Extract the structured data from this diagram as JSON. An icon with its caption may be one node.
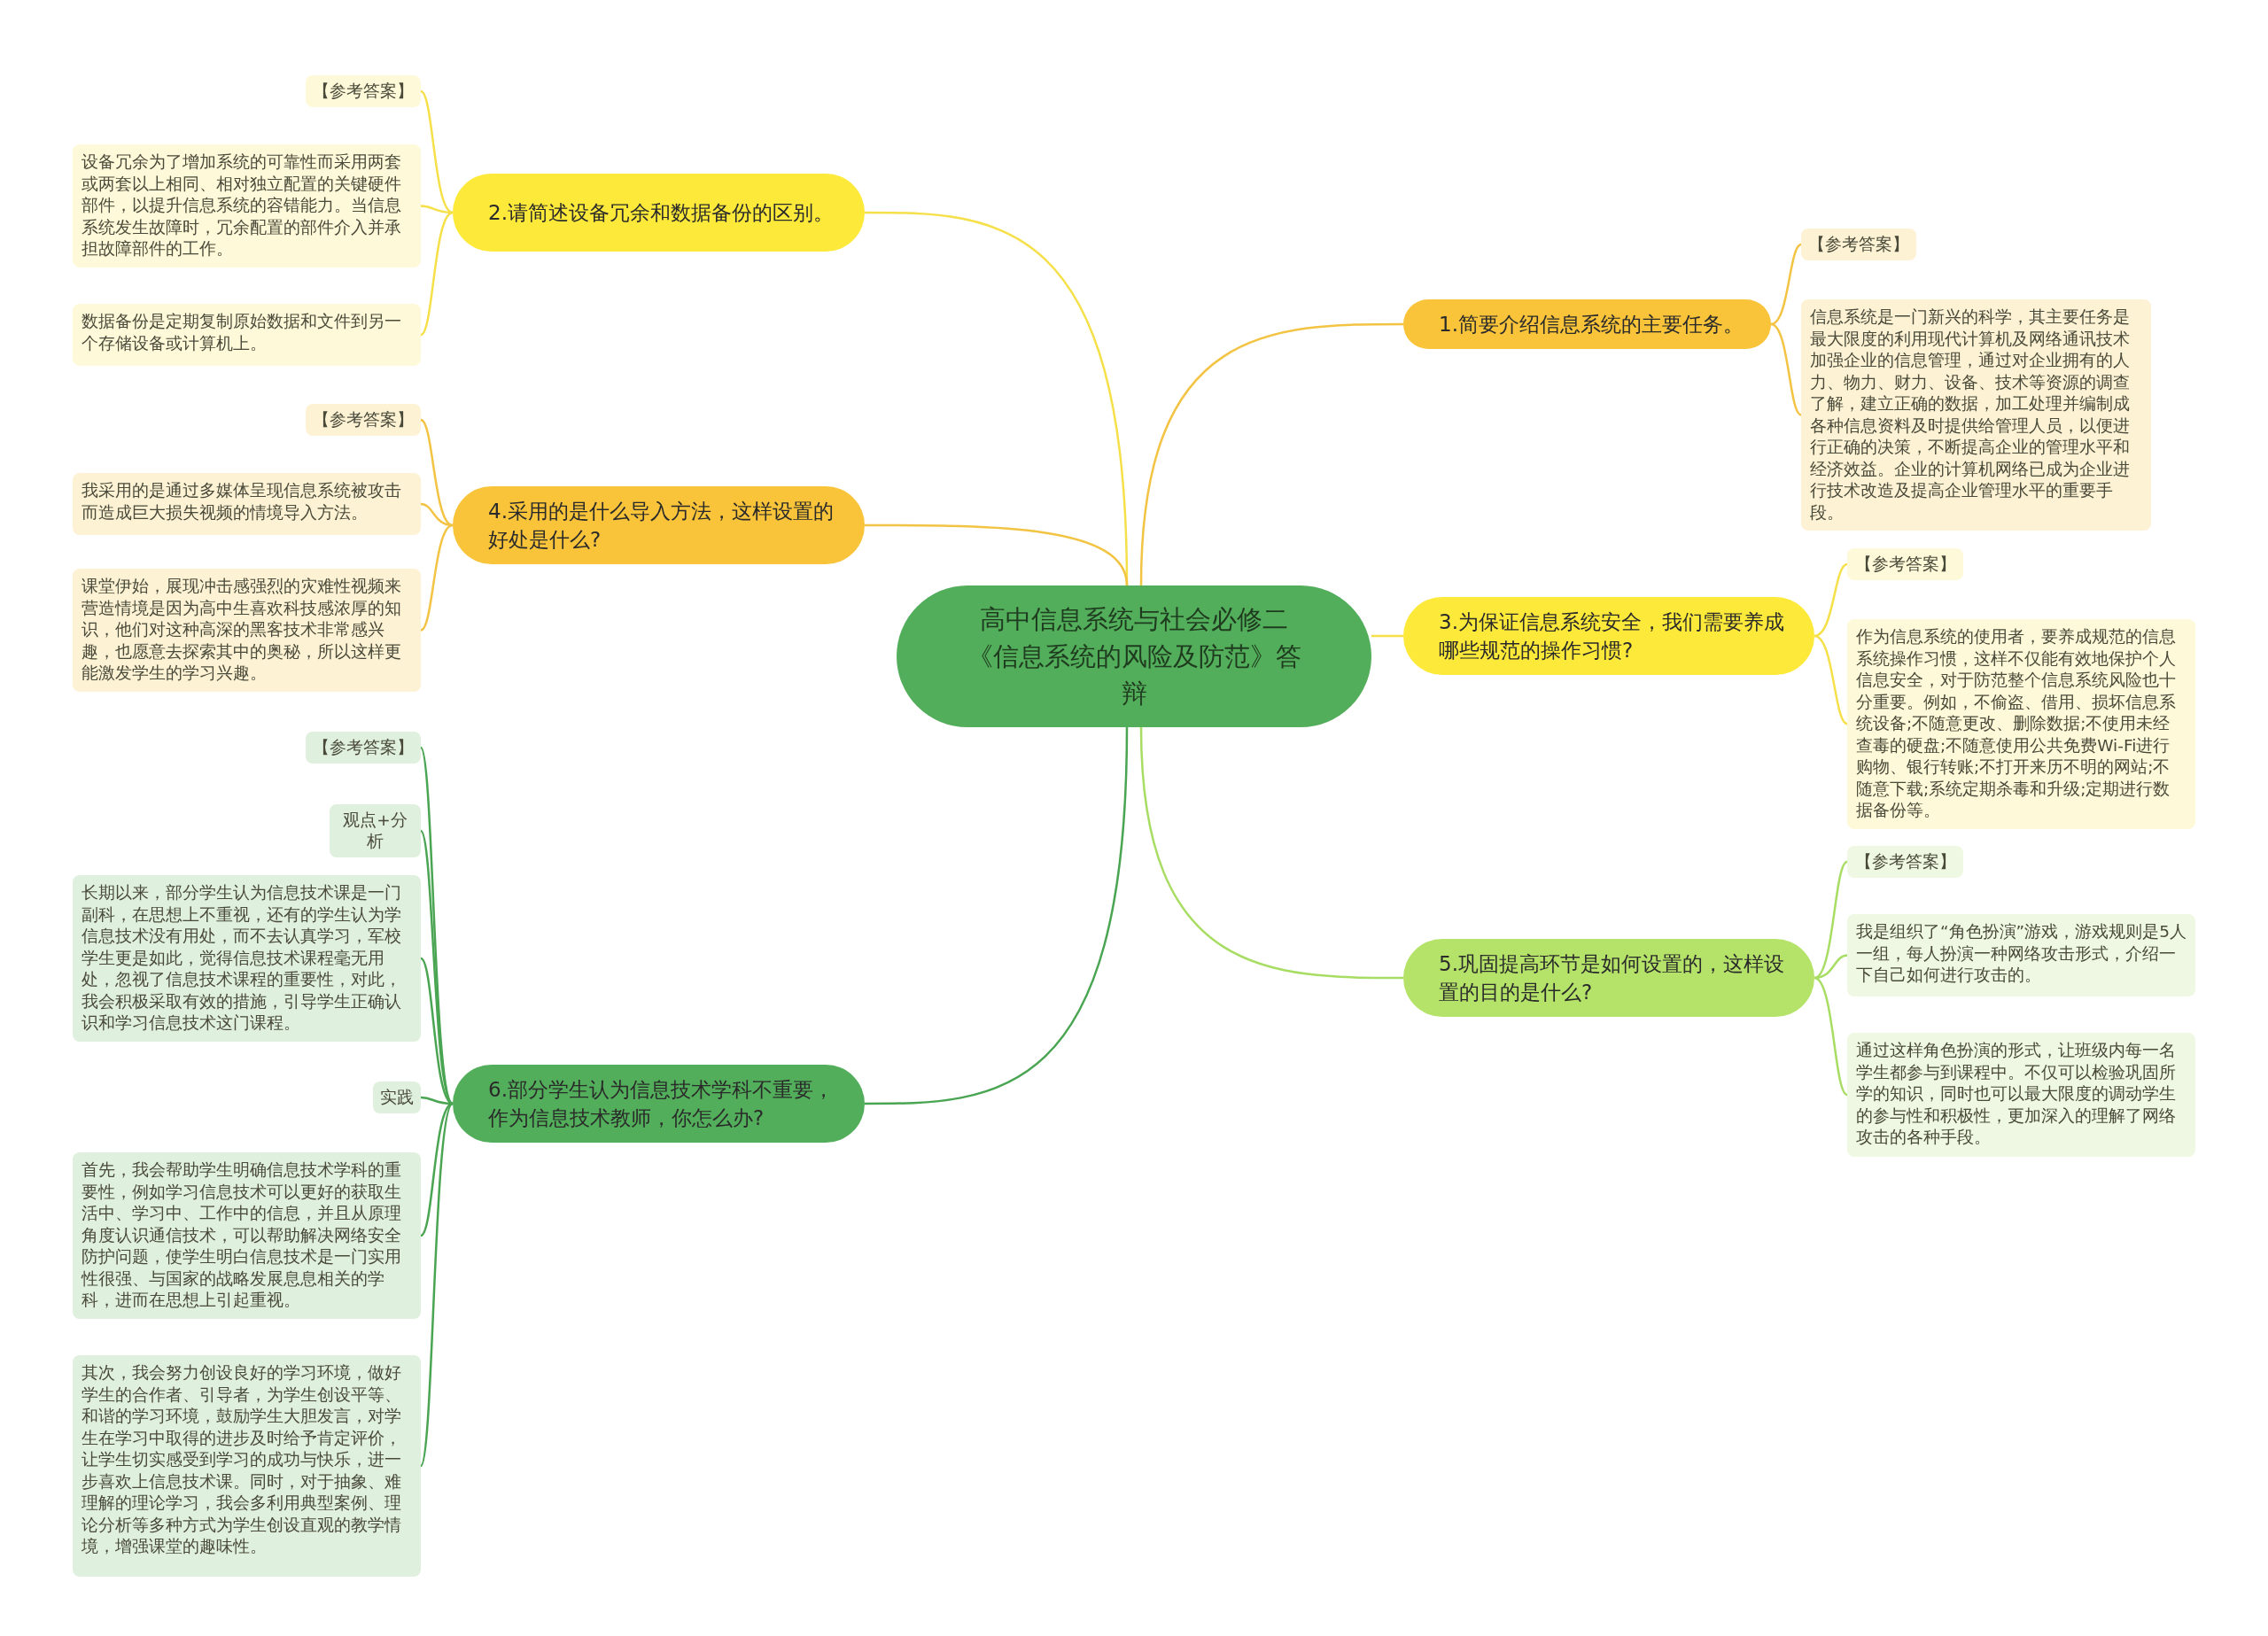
{
  "diagram": {
    "nodes": [
      {
        "text": [
          "高中信息系统与社会必修二《信息系统的风险及防范》答辩"
        ]
      },
      {
        "text": [
          "1.简要介绍信息系统的主要任务。"
        ]
      },
      {
        "text": [
          "【参考答案】"
        ]
      },
      {
        "text": [
          "信息系统是一门新兴的科学，其主要任务是最大限度的利用现代计算机及网络通讯技术加强企业的信息管理，通过对企业拥有的人力、物力、财力、设备、技术等资源的调查了解，建立正确的数据，加工处理并编制成各种信息资料及时提供给管理人员，以便进行正确的决策，不断提高企业的管理水平和经济效益。企业的计算机网络已成为企业进行技术改造及提高企业管理水平的重要手段。"
        ]
      },
      {
        "text": [
          "2.请简述设备冗余和数据备份的区别。"
        ]
      },
      {
        "text": [
          "【参考答案】"
        ]
      },
      {
        "text": [
          "设备冗余为了增加系统的可靠性而采用两套或两套以上相同、相对独立配置的关键硬件部件，以提升信息系统的容错能力。当信息系统发生故障时，冗余配置的部件介入并承担故障部件的工作。"
        ]
      },
      {
        "text": [
          "数据备份是定期复制原始数据和文件到另一个存储设备或计算机上。"
        ]
      },
      {
        "text": [
          "3.为保证信息系统安全，我们需要养成哪些规范的操作习惯?"
        ]
      },
      {
        "text": [
          "【参考答案】"
        ]
      },
      {
        "text": [
          "作为信息系统的使用者，要养成规范的信息系统操作习惯，这样不仅能有效地保护个人信息安全，对于防范整个信息系统风险也十分重要。例如，不偷盗、借用、损坏信息系统设备;不随意更改、删除数据;不使用未经查毒的硬盘;不随意使用公共免费Wi-Fi进行购物、银行转账;不打开来历不明的网站;不随意下载;系统定期杀毒和升级;定期进行数据备份等。"
        ]
      },
      {
        "text": [
          "4.采用的是什么导入方法，这样设置的好处是什么?"
        ]
      },
      {
        "text": [
          "【参考答案】"
        ]
      },
      {
        "text": [
          "我采用的是通过多媒体呈现信息系统被攻击而造成巨大损失视频的情境导入方法。"
        ]
      },
      {
        "text": [
          "课堂伊始，展现冲击感强烈的灾难性视频来营造情境是因为高中生喜欢科技感浓厚的知识，他们对这种高深的黑客技术非常感兴趣，也愿意去探索其中的奥秘，所以这样更能激发学生的学习兴趣。"
        ]
      },
      {
        "text": [
          "5.巩固提高环节是如何设置的，这样设置的目的是什么?"
        ]
      },
      {
        "text": [
          "【参考答案】"
        ]
      },
      {
        "text": [
          "我是组织了“角色扮演”游戏，游戏规则是5人一组，每人扮演一种网络攻击形式，介绍一下自己如何进行攻击的。"
        ]
      },
      {
        "text": [
          "通过这样角色扮演的形式，让班级内每一名学生都参与到课程中。不仅可以检验巩固所学的知识，同时也可以最大限度的调动学生的参与性和积极性，更加深入的理解了网络攻击的各种手段。"
        ]
      },
      {
        "text": [
          "6.部分学生认为信息技术学科不重要，作为信息技术教师，你怎么办?"
        ]
      },
      {
        "text": [
          "【参考答案】"
        ]
      },
      {
        "text": [
          "观点+分析"
        ]
      },
      {
        "text": [
          "长期以来，部分学生认为信息技术课是一门副科，在思想上不重视，还有的学生认为学信息技术没有用处，而不去认真学习，军校学生更是如此，觉得信息技术课程毫无用处，忽视了信息技术课程的重要性，对此，我会积极采取有效的措施，引导学生正确认识和学习信息技术这门课程。"
        ]
      },
      {
        "text": [
          "实践"
        ]
      },
      {
        "text": [
          "首先，我会帮助学生明确信息技术学科的重要性，例如学习信息技术可以更好的获取生活中、学习中、工作中的信息，并且从原理角度认识通信技术，可以帮助解决网络安全防护问题，使学生明白信息技术是一门实用性很强、与国家的战略发展息息相关的学科，进而在思想上引起重视。"
        ]
      },
      {
        "text": [
          "其次，我会努力创设良好的学习环境，做好学生的合作者、引导者，为学生创设平等、和谐的学习环境，鼓励学生大胆发言，对学生在学习中取得的进步及时给予肯定评价，让学生切实感受到学习的成功与快乐，进一步喜欢上信息技术课。同时，对于抽象、难理解的理论学习，我会多利用典型案例、理论分析等多种方式为学生创设直观的教学情境，增强课堂的趣味性。"
        ]
      }
    ],
    "edges": [
      {
        "from": 0,
        "to": 1,
        "arrow": "none",
        "color": "#f3c343"
      },
      {
        "from": 1,
        "to": 2,
        "arrow": "none",
        "color": "#f3c343"
      },
      {
        "from": 1,
        "to": 3,
        "arrow": "none",
        "color": "#f3c343"
      },
      {
        "from": 0,
        "to": 4,
        "arrow": "none",
        "color": "#f5e04a"
      },
      {
        "from": 4,
        "to": 5,
        "arrow": "none",
        "color": "#f5e04a"
      },
      {
        "from": 4,
        "to": 6,
        "arrow": "none",
        "color": "#f5e04a"
      },
      {
        "from": 4,
        "to": 7,
        "arrow": "none",
        "color": "#f5e04a"
      },
      {
        "from": 0,
        "to": 8,
        "arrow": "none",
        "color": "#f5e04a"
      },
      {
        "from": 8,
        "to": 9,
        "arrow": "none",
        "color": "#f5e04a"
      },
      {
        "from": 8,
        "to": 10,
        "arrow": "none",
        "color": "#f5e04a"
      },
      {
        "from": 0,
        "to": 11,
        "arrow": "none",
        "color": "#f3c343"
      },
      {
        "from": 11,
        "to": 12,
        "arrow": "none",
        "color": "#f3c343"
      },
      {
        "from": 11,
        "to": 13,
        "arrow": "none",
        "color": "#f3c343"
      },
      {
        "from": 11,
        "to": 14,
        "arrow": "none",
        "color": "#f3c343"
      },
      {
        "from": 0,
        "to": 15,
        "arrow": "none",
        "color": "#a8dd64"
      },
      {
        "from": 15,
        "to": 16,
        "arrow": "none",
        "color": "#a8dd64"
      },
      {
        "from": 15,
        "to": 17,
        "arrow": "none",
        "color": "#a8dd64"
      },
      {
        "from": 15,
        "to": 18,
        "arrow": "none",
        "color": "#a8dd64"
      },
      {
        "from": 0,
        "to": 19,
        "arrow": "none",
        "color": "#4aa552"
      },
      {
        "from": 19,
        "to": 20,
        "arrow": "none",
        "color": "#4aa552"
      },
      {
        "from": 19,
        "to": 21,
        "arrow": "none",
        "color": "#4aa552"
      },
      {
        "from": 19,
        "to": 22,
        "arrow": "none",
        "color": "#4aa552"
      },
      {
        "from": 19,
        "to": 23,
        "arrow": "none",
        "color": "#4aa552"
      },
      {
        "from": 19,
        "to": 24,
        "arrow": "none",
        "color": "#4aa552"
      },
      {
        "from": 19,
        "to": 25,
        "arrow": "none",
        "color": "#4aa552"
      }
    ]
  }
}
